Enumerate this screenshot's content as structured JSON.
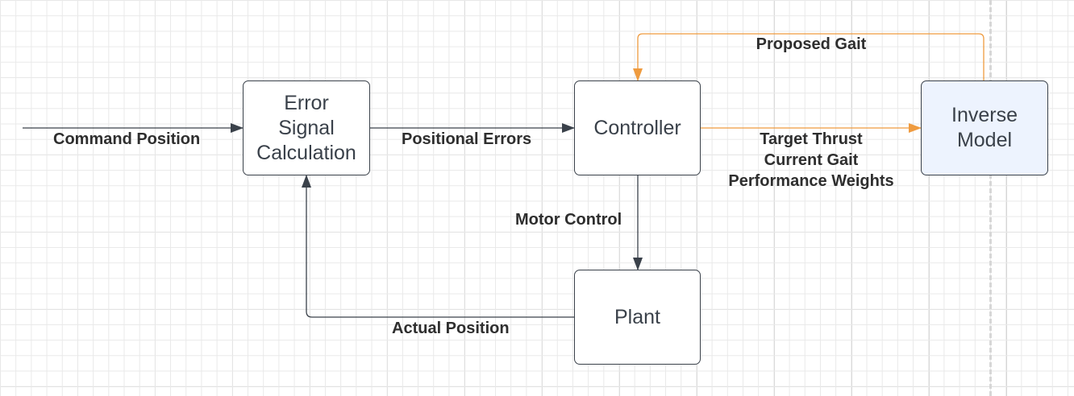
{
  "colors": {
    "line": "#3a414a",
    "feedback": "#ef9b3f",
    "highlight_fill": "#edf3fe"
  },
  "blocks": {
    "error_signal": "Error\nSignal\nCalculation",
    "controller": "Controller",
    "inverse_model": "Inverse\nModel",
    "plant": "Plant"
  },
  "labels": {
    "command_position": "Command Position",
    "positional_errors": "Positional Errors",
    "proposed_gait": "Proposed Gait",
    "controller_outputs": "Target Thrust\nCurrent Gait\nPerformance Weights",
    "motor_control": "Motor Control",
    "actual_position": "Actual Position"
  }
}
